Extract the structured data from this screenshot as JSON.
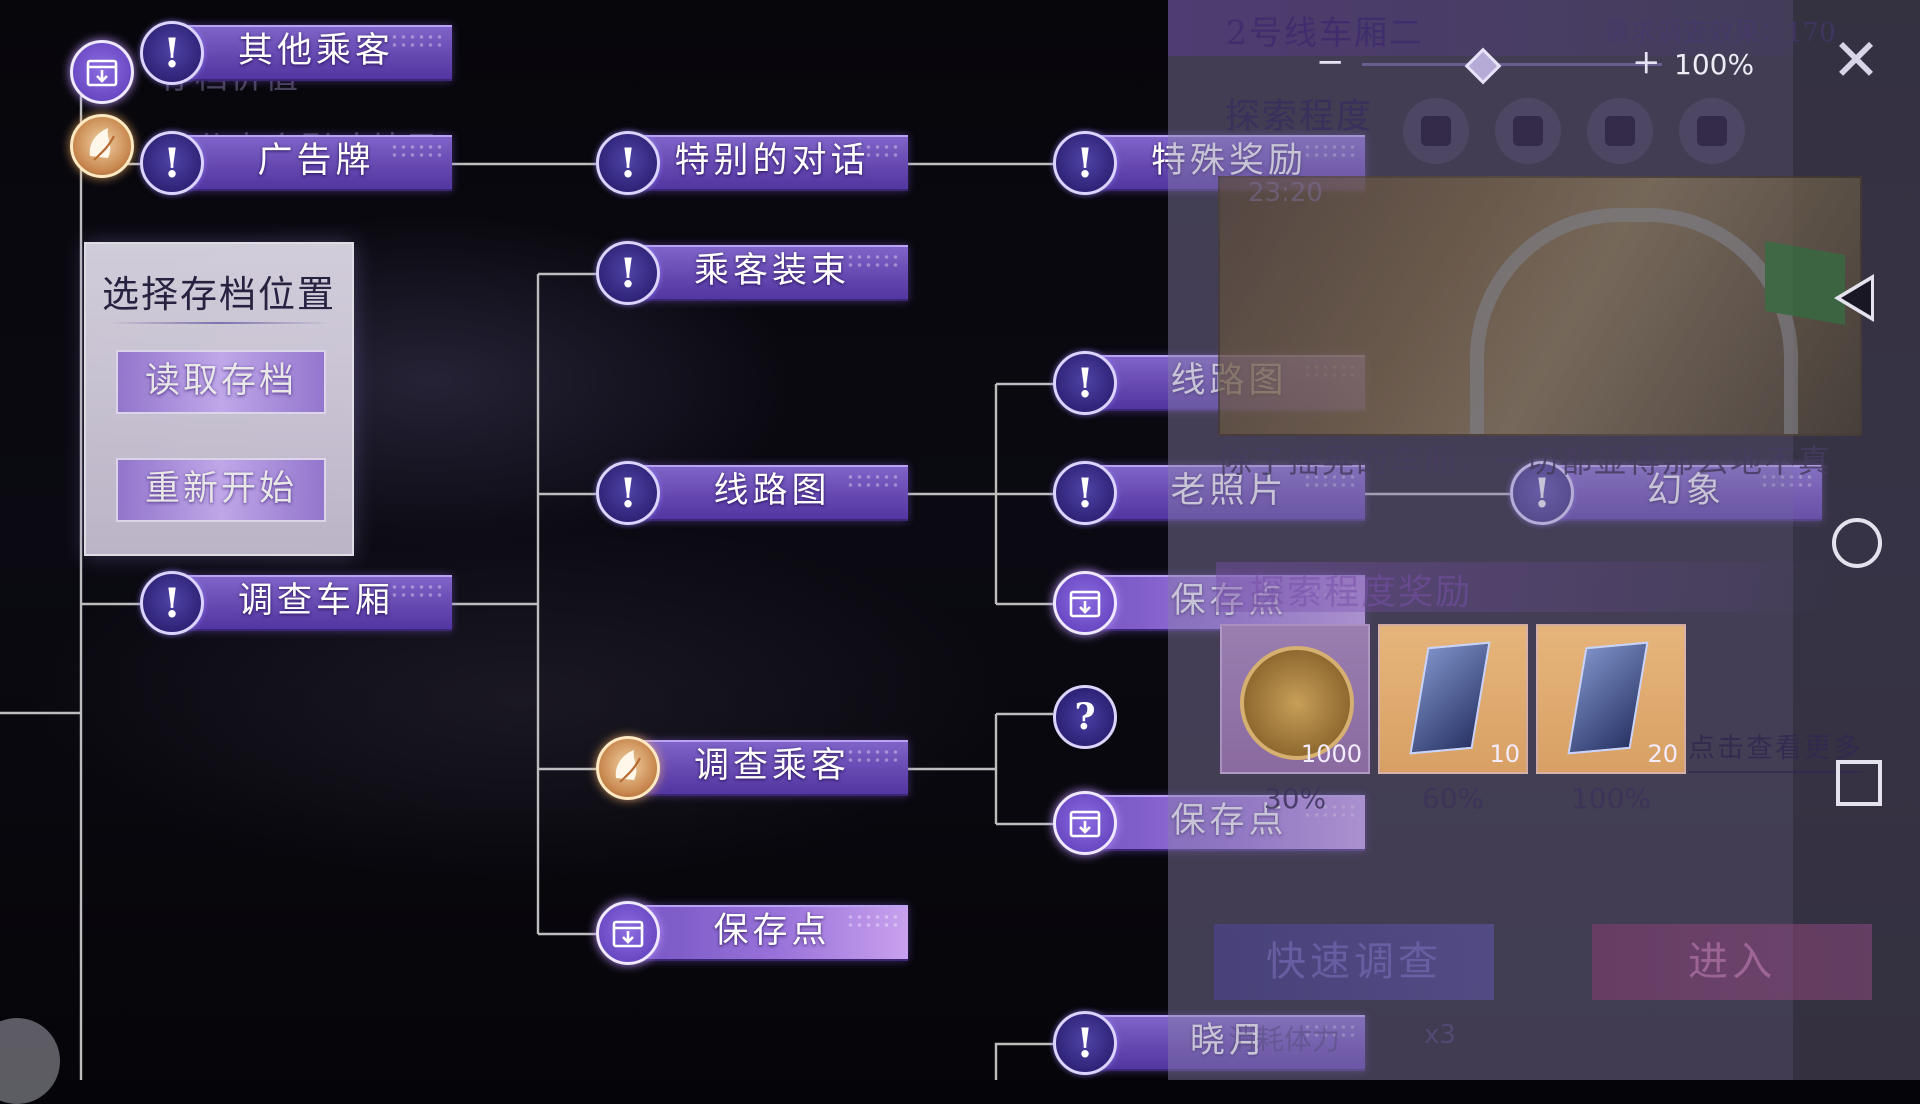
{
  "overlay": {
    "save_value_label": "存档价值",
    "branch_hint": "有分支会影响结局"
  },
  "save_panel": {
    "title": "选择存档位置",
    "load_button": "读取存档",
    "restart_button": "重新开始"
  },
  "tree": {
    "nodes": [
      {
        "id": "n-others",
        "label": "其他乘客",
        "kind": "info"
      },
      {
        "id": "n-billboard",
        "label": "广告牌",
        "kind": "info"
      },
      {
        "id": "n-special-dialog",
        "label": "特别的对话",
        "kind": "info"
      },
      {
        "id": "n-special-reward",
        "label": "特殊奖励",
        "kind": "info"
      },
      {
        "id": "n-outfit",
        "label": "乘客装束",
        "kind": "info"
      },
      {
        "id": "n-route-2",
        "label": "线路图",
        "kind": "info"
      },
      {
        "id": "n-route-1",
        "label": "线路图",
        "kind": "info"
      },
      {
        "id": "n-old-photo",
        "label": "老照片",
        "kind": "info"
      },
      {
        "id": "n-illusion",
        "label": "幻象",
        "kind": "info"
      },
      {
        "id": "n-investigate-car",
        "label": "调查车厢",
        "kind": "info"
      },
      {
        "id": "n-save-1",
        "label": "保存点",
        "kind": "save"
      },
      {
        "id": "n-investigate-passenger",
        "label": "调查乘客",
        "kind": "branch"
      },
      {
        "id": "n-unknown",
        "label": "",
        "kind": "unknown"
      },
      {
        "id": "n-save-2",
        "label": "保存点",
        "kind": "save"
      },
      {
        "id": "n-save-3",
        "label": "保存点",
        "kind": "save"
      },
      {
        "id": "n-dawn",
        "label": "晓月",
        "kind": "info"
      }
    ],
    "info_glyph": "!",
    "unknown_glyph": "?"
  },
  "detail": {
    "title": "2号线车厢二",
    "requirement": "需求调查效果：170",
    "zoom": {
      "value_label": "100%",
      "level": 0.4,
      "minus": "−",
      "plus": "+"
    },
    "close_glyph": "✕",
    "explore_label": "探索程度",
    "timer": "23:20",
    "description": "除了摇晃的车厢，一切都显得那么地不真",
    "reward_title": "探索程度奖励",
    "rewards": [
      {
        "kind": "coin",
        "qty": "1000",
        "pct": "30%"
      },
      {
        "kind": "gem",
        "qty": "10",
        "pct": "60%"
      },
      {
        "kind": "gem",
        "qty": "20",
        "pct": "100%"
      }
    ],
    "more_link": "点击查看更多",
    "quick_button": "快速调查",
    "enter_button": "进入",
    "stamina_label": "消耗体力",
    "stamina_count": "x3"
  },
  "icons": {
    "save": "save-icon",
    "leaf": "leaf-icon",
    "puzzle": "puzzle-piece-icon"
  },
  "colors": {
    "node_fill": "#6648b1",
    "node_border": "#b9a3f2",
    "save_fill_end": "#c8a1ee",
    "branch_badge": "#c8874e",
    "line": "#bfbfbf"
  }
}
